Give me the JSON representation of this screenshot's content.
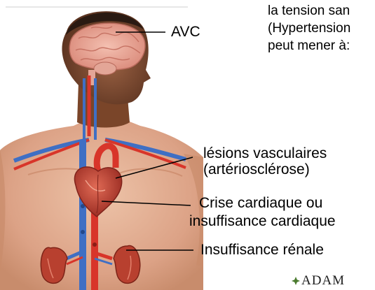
{
  "header": {
    "line1": "la tension san",
    "line2": "(Hypertension",
    "line3": "peut mener à:"
  },
  "labels": {
    "avc": "AVC",
    "vascular_line1": "lésions vasculaires",
    "vascular_line2": "(artériosclérose)",
    "heart_line1": "Crise cardiaque ou",
    "heart_line2": "insuffisance cardiaque",
    "kidney": "Insuffisance rénale"
  },
  "logo": {
    "text": "ADAM"
  },
  "colors": {
    "skin": "#8a5436",
    "torso": "#e0aa8a",
    "artery": "#d8352a",
    "vein": "#3f6fc4",
    "brain": "#e9a394",
    "heart": "#c5473a",
    "kidney": "#b8402f"
  }
}
